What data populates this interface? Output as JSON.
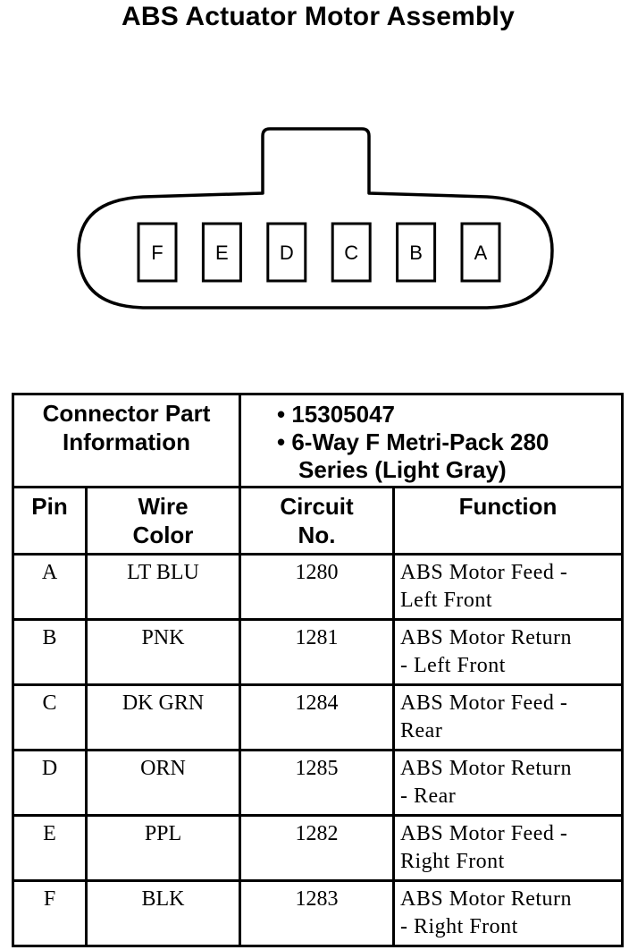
{
  "title": "ABS Actuator Motor Assembly",
  "connector": {
    "pins": [
      "F",
      "E",
      "D",
      "C",
      "B",
      "A"
    ]
  },
  "part_info": {
    "label_line1": "Connector Part",
    "label_line2": "Information",
    "bullet1": "• 15305047",
    "bullet2_line1": "• 6-Way F Metri-Pack 280",
    "bullet2_line2": "Series (Light Gray)"
  },
  "columns": {
    "pin": "Pin",
    "wire_line1": "Wire",
    "wire_line2": "Color",
    "circuit_line1": "Circuit",
    "circuit_line2": "No.",
    "function": "Function"
  },
  "rows": [
    {
      "pin": "A",
      "wire": "LT BLU",
      "circuit": "1280",
      "func1": "ABS Motor Feed -",
      "func2": "Left Front"
    },
    {
      "pin": "B",
      "wire": "PNK",
      "circuit": "1281",
      "func1": "ABS Motor Return",
      "func2": "- Left Front"
    },
    {
      "pin": "C",
      "wire": "DK GRN",
      "circuit": "1284",
      "func1": "ABS Motor Feed -",
      "func2": "Rear"
    },
    {
      "pin": "D",
      "wire": "ORN",
      "circuit": "1285",
      "func1": "ABS Motor Return",
      "func2": "- Rear"
    },
    {
      "pin": "E",
      "wire": "PPL",
      "circuit": "1282",
      "func1": "ABS Motor Feed -",
      "func2": "Right Front"
    },
    {
      "pin": "F",
      "wire": "BLK",
      "circuit": "1283",
      "func1": "ABS Motor Return",
      "func2": "- Right Front"
    }
  ]
}
